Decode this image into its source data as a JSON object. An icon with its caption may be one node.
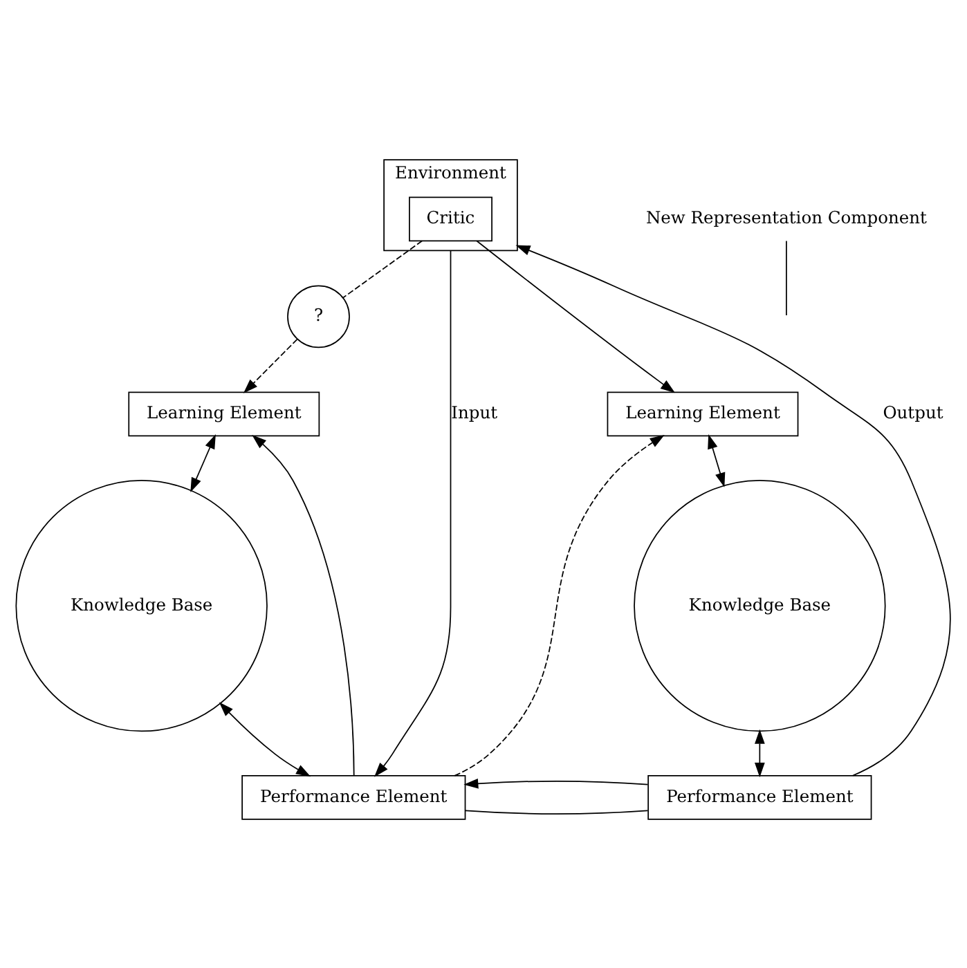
{
  "diagram": {
    "nodes": [
      {
        "text": [
          "Environment"
        ]
      },
      {
        "text": [
          "Critic"
        ],
        "in": 0
      },
      {
        "text": [
          "?"
        ]
      },
      {
        "text": [
          "Learning Element"
        ]
      },
      {
        "text": [
          "Knowledge Base"
        ]
      },
      {
        "text": [
          "Performance Element"
        ]
      },
      {
        "text": [
          "Learning Element"
        ]
      },
      {
        "text": [
          "Knowledge Base"
        ]
      },
      {
        "text": [
          "Performance Element"
        ]
      },
      {
        "text": [
          "New Representation Component"
        ]
      }
    ],
    "edges": [
      {
        "from": 1,
        "to": 2,
        "arrow": "none",
        "style": "dashed"
      },
      {
        "from": 2,
        "to": 3,
        "arrow": "to",
        "style": "dashed"
      },
      {
        "from": 1,
        "to": 6,
        "arrow": "to"
      },
      {
        "from": 3,
        "to": 4,
        "arrow": "both"
      },
      {
        "from": 4,
        "to": 5,
        "arrow": "both"
      },
      {
        "from": 6,
        "to": 7,
        "arrow": "both"
      },
      {
        "from": 7,
        "to": 8,
        "arrow": "both"
      },
      {
        "from": 0,
        "to": 5,
        "arrow": "to",
        "label": "Input"
      },
      {
        "from": 8,
        "to": 0,
        "arrow": "to",
        "label": "Output"
      },
      {
        "from": 5,
        "to": 8,
        "arrow": "none"
      },
      {
        "from": 5,
        "to": 3,
        "arrow": "to"
      },
      {
        "from": 5,
        "to": 6,
        "arrow": "to",
        "style": "dashed"
      },
      {
        "from": 8,
        "to": 5,
        "arrow": "to"
      },
      {
        "from": 9,
        "to": null,
        "arrow": "none"
      }
    ]
  }
}
